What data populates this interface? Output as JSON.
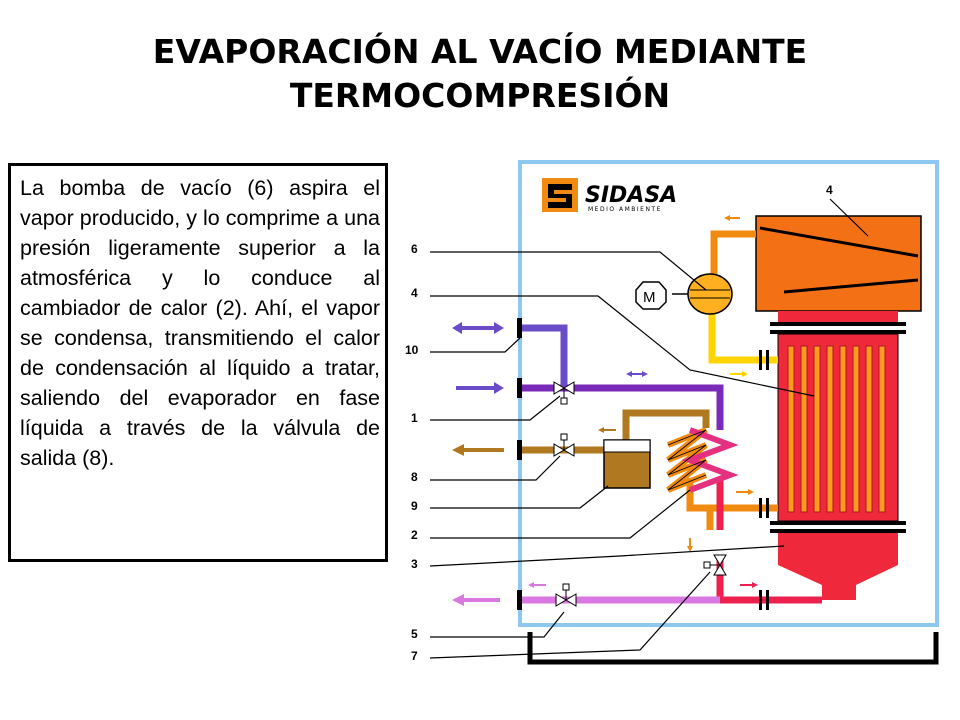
{
  "title": {
    "line1": "EVAPORACIÓN AL VACÍO MEDIANTE",
    "line2": "TERMOCOMPRESIÓN"
  },
  "description": "La bomba de vacío (6) aspira el vapor producido, y lo comprime a una presión ligeramente superior a la atmosférica y lo conduce al cambiador de calor (2). Ahí, el vapor se condensa, transmitiendo el calor de condensación al líquido a tratar, saliendo del evapo­rador en fase líquida a través de la válvula de salida (8).",
  "logo": {
    "name": "SIDASA",
    "tagline": "MEDIO AMBIENTE"
  },
  "motor_symbol": "M",
  "labels": {
    "l6": "6",
    "l4": "4",
    "l10": "10",
    "l1": "1",
    "l8": "8",
    "l9": "9",
    "l2": "2",
    "l3": "3",
    "l5": "5",
    "l7": "7",
    "tank_label": "4"
  },
  "colors": {
    "frame": "#8fc8ee",
    "vapor_pipe": "#7a2ab8",
    "purge_pipe": "#6a4cc8",
    "steam_orange": "#f08a10",
    "compressed_yellow": "#ffd400",
    "condensate_red": "#ee2050",
    "evaporator": "#f0283c",
    "separator": "#f47015",
    "concentrate_brown": "#b07820",
    "drain_pink": "#d878e0",
    "coil_pink": "#e53080"
  },
  "icons": [
    "sidasa-logo-icon",
    "motor-icon",
    "valve-icon",
    "flow-arrow-icon"
  ]
}
